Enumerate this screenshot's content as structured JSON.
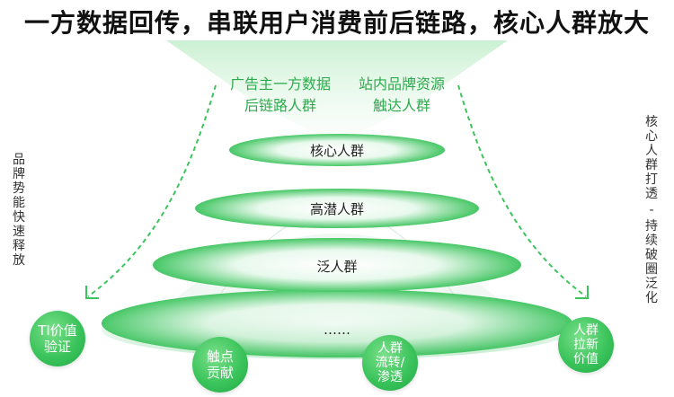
{
  "title": "一方数据回传，串联用户消费前后链路，核心人群放大",
  "top_left_label": "广告主一方数据\n后链路人群",
  "top_right_label": "站内品牌资源\n触达人群",
  "layers": [
    {
      "label": "核心人群"
    },
    {
      "label": "高潜人群"
    },
    {
      "label": "泛人群"
    },
    {
      "label": "……"
    }
  ],
  "left_side_text": "品牌势能快速释放",
  "right_side_text_1": "核心人群打透",
  "right_side_separator": "-",
  "right_side_text_2": "持续破圈泛化",
  "bubbles": [
    {
      "label": "TI价值\n验证"
    },
    {
      "label": "触点\n贡献"
    },
    {
      "label": "人群\n流转/\n渗透"
    },
    {
      "label": "人群\n拉新\n价值"
    }
  ],
  "colors": {
    "accent": "#3cc45c",
    "label_green": "#2fa94e"
  }
}
